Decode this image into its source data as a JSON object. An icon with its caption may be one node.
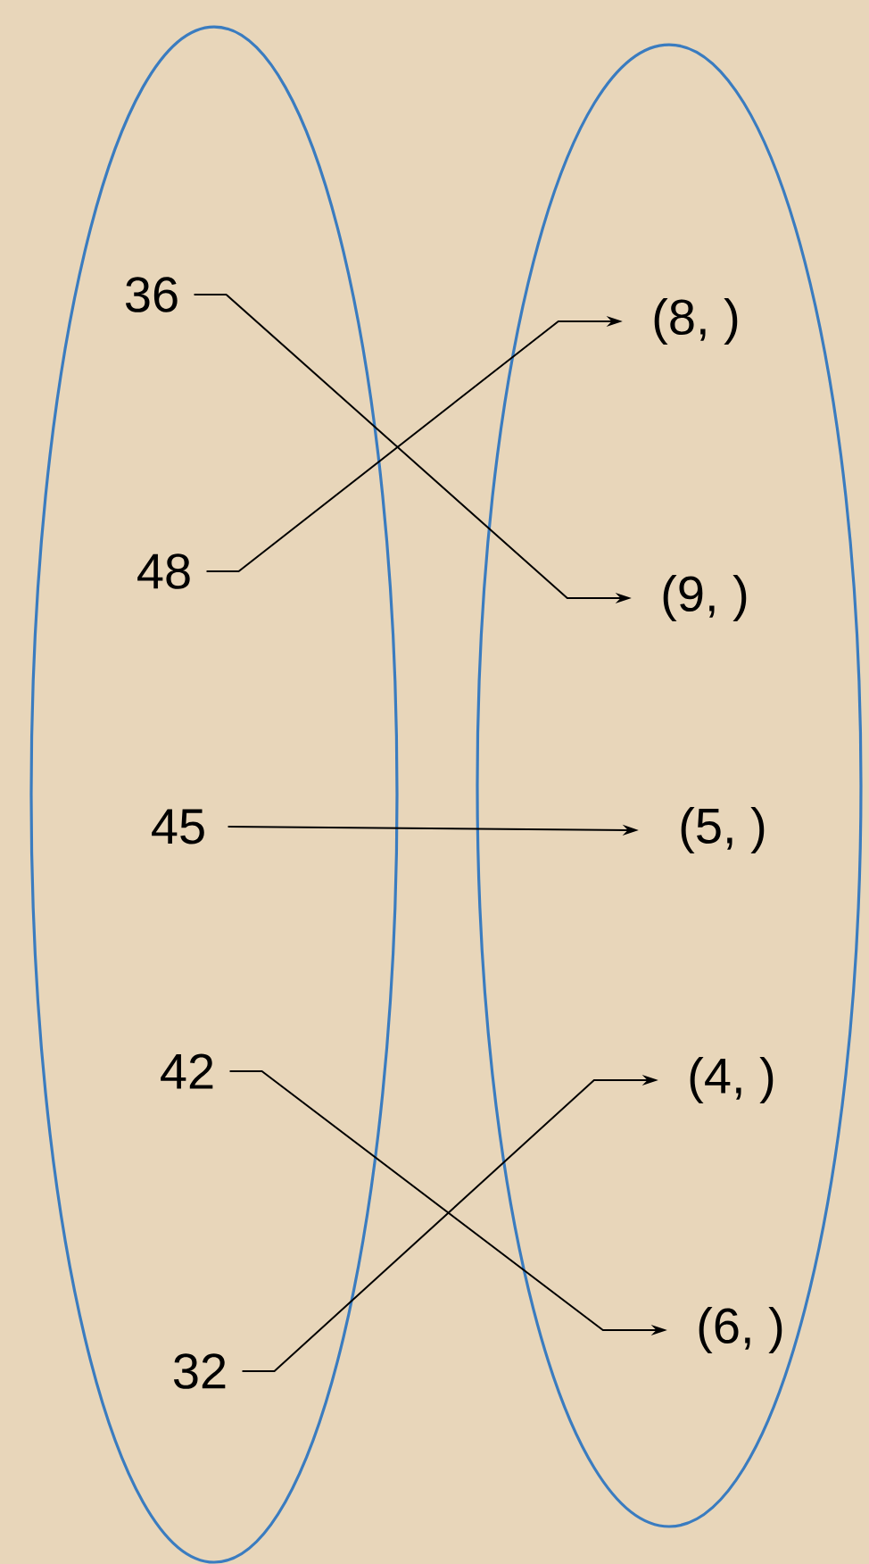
{
  "diagram": {
    "nodes": [
      {
        "text": [],
        "shape": "ellipse"
      },
      {
        "text": [
          "36"
        ],
        "in": 0
      },
      {
        "text": [
          "48"
        ],
        "in": 0
      },
      {
        "text": [
          "45"
        ],
        "in": 0
      },
      {
        "text": [
          "42"
        ],
        "in": 0
      },
      {
        "text": [
          "32"
        ],
        "in": 0
      },
      {
        "text": [],
        "shape": "ellipse"
      },
      {
        "text": [
          "(8, )"
        ],
        "in": 6
      },
      {
        "text": [
          "(9, )"
        ],
        "in": 6
      },
      {
        "text": [
          "(5, )"
        ],
        "in": 6
      },
      {
        "text": [
          "(4, )"
        ],
        "in": 6
      },
      {
        "text": [
          "(6, )"
        ],
        "in": 6
      }
    ],
    "edges": [
      {
        "from": 1,
        "to": 8,
        "arrow": "to"
      },
      {
        "from": 2,
        "to": 7,
        "arrow": "to"
      },
      {
        "from": 3,
        "to": 9,
        "arrow": "to"
      },
      {
        "from": 4,
        "to": 11,
        "arrow": "to"
      },
      {
        "from": 5,
        "to": 10,
        "arrow": "to"
      }
    ]
  }
}
